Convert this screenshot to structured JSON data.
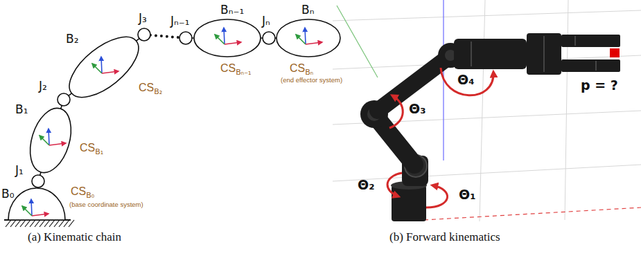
{
  "diagram": {
    "nodes": [
      {
        "text": [
          "B₀",
          "CS",
          "B₀",
          "(base coordinate system)"
        ]
      },
      {
        "text": [
          "J₁"
        ]
      },
      {
        "text": [
          "B₁",
          "CS",
          "B₁"
        ]
      },
      {
        "text": [
          "J₂"
        ]
      },
      {
        "text": [
          "B₂",
          "CS",
          "B₂"
        ]
      },
      {
        "text": [
          "J₃"
        ]
      },
      {
        "text": [
          "Jₙ₋₁"
        ]
      },
      {
        "text": [
          "Bₙ₋₁",
          "CS",
          "Bₙ₋₁"
        ]
      },
      {
        "text": [
          "Jₙ"
        ]
      },
      {
        "text": [
          "Bₙ",
          "CS",
          "Bₙ",
          "(end effector system)"
        ]
      }
    ],
    "edges": [
      {
        "from": 0,
        "to": 1,
        "arrow": "none"
      },
      {
        "from": 1,
        "to": 2,
        "arrow": "none"
      },
      {
        "from": 2,
        "to": 3,
        "arrow": "none"
      },
      {
        "from": 3,
        "to": 4,
        "arrow": "none"
      },
      {
        "from": 4,
        "to": 5,
        "arrow": "none"
      },
      {
        "from": 5,
        "to": 6,
        "arrow": "none"
      },
      {
        "from": 6,
        "to": 7,
        "arrow": "none"
      },
      {
        "from": 7,
        "to": 8,
        "arrow": "none"
      },
      {
        "from": 8,
        "to": 9,
        "arrow": "none"
      }
    ],
    "labels": [
      "(a) Kinematic chain",
      "(b) Forward kinematics",
      "Θ₄",
      "Θ₃",
      "Θ₂",
      "Θ₁",
      "p = ?"
    ]
  }
}
